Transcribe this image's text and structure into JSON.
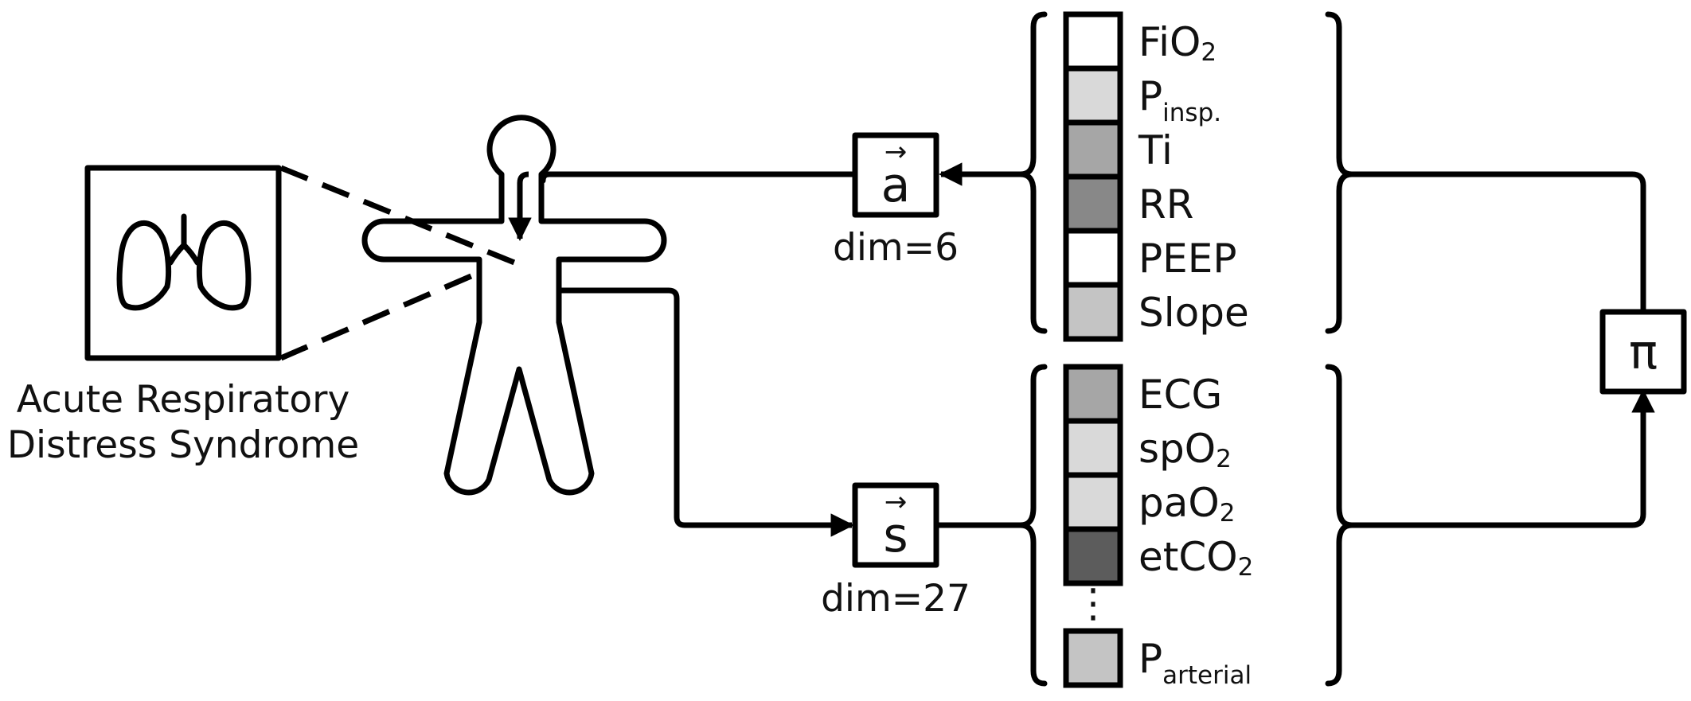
{
  "condition_label": {
    "line1": "Acute Respiratory",
    "line2": "Distress Syndrome"
  },
  "action": {
    "symbol": "a",
    "dim_label": "dim=6",
    "items": [
      {
        "label": "FiO",
        "sub": "2",
        "sub_style": "low",
        "shade": "#ffffff"
      },
      {
        "label": "P",
        "sub": "insp.",
        "sub_style": "sub",
        "shade": "#d9d9d9"
      },
      {
        "label": "Ti",
        "sub": "",
        "sub_style": "",
        "shade": "#a6a6a6"
      },
      {
        "label": "RR",
        "sub": "",
        "sub_style": "",
        "shade": "#888888"
      },
      {
        "label": "PEEP",
        "sub": "",
        "sub_style": "",
        "shade": "#ffffff"
      },
      {
        "label": "Slope",
        "sub": "",
        "sub_style": "",
        "shade": "#c4c4c4"
      }
    ]
  },
  "state": {
    "symbol": "s",
    "dim_label": "dim=27",
    "items": [
      {
        "label": "ECG",
        "sub": "",
        "sub_style": "",
        "shade": "#a6a6a6"
      },
      {
        "label": "spO",
        "sub": "2",
        "sub_style": "low",
        "shade": "#d9d9d9"
      },
      {
        "label": "paO",
        "sub": "2",
        "sub_style": "low",
        "shade": "#d9d9d9"
      },
      {
        "label": "etCO",
        "sub": "2",
        "sub_style": "low",
        "shade": "#5c5c5c"
      }
    ],
    "ellipsis": "⋮",
    "last_item": {
      "label": "P",
      "sub": "arterial",
      "sub_style": "sub",
      "shade": "#c4c4c4"
    }
  },
  "policy": {
    "symbol": "π"
  },
  "icons": [
    "lungs-icon",
    "human-body-icon",
    "curly-brace-icon",
    "arrow-icon"
  ]
}
